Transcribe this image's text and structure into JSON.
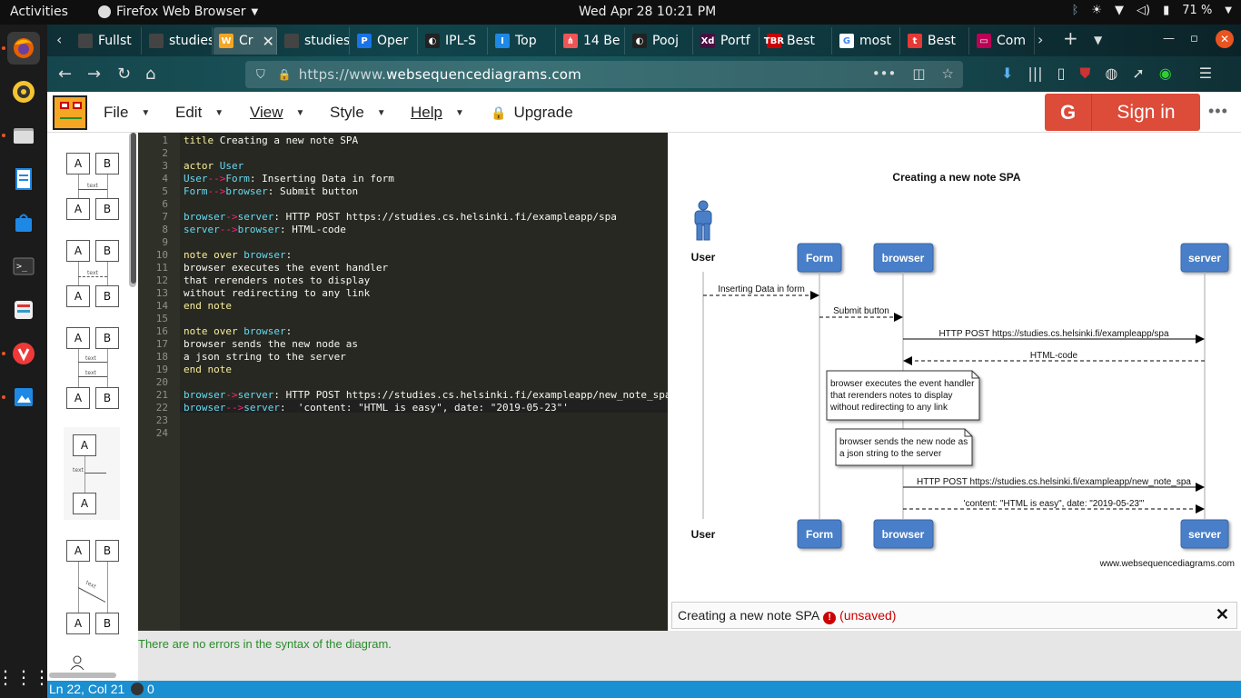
{
  "system": {
    "activities": "Activities",
    "app_name": "Firefox Web Browser",
    "clock": "Wed Apr 28  10:21 PM",
    "battery": "71 %"
  },
  "browser": {
    "tabs": [
      {
        "label": "Fullst",
        "fav": "",
        "favbg": "#444"
      },
      {
        "label": "studies.c",
        "fav": "",
        "favbg": "#444"
      },
      {
        "label": "Cr",
        "fav": "W",
        "favbg": "#f5a623",
        "active": true
      },
      {
        "label": "studies.c",
        "fav": "",
        "favbg": "#444"
      },
      {
        "label": "Oper",
        "fav": "P",
        "favbg": "#1a73e8"
      },
      {
        "label": "IPL-S",
        "fav": "◐",
        "favbg": "#222"
      },
      {
        "label": "Top",
        "fav": "I",
        "favbg": "#1e88e5"
      },
      {
        "label": "14 Be",
        "fav": "⋔",
        "favbg": "#e55"
      },
      {
        "label": "Pooj",
        "fav": "◐",
        "favbg": "#222"
      },
      {
        "label": "Portf",
        "fav": "Xd",
        "favbg": "#4a1042"
      },
      {
        "label": "Best",
        "fav": "TBR",
        "favbg": "#c00"
      },
      {
        "label": "most",
        "fav": "G",
        "favbg": "#fff"
      },
      {
        "label": "Best",
        "fav": "t",
        "favbg": "#e53935"
      },
      {
        "label": "Com",
        "fav": "▭",
        "favbg": "#b05"
      }
    ],
    "url_dim": "https://www.",
    "url_host": "websequencediagrams.com"
  },
  "app": {
    "menu": [
      "File",
      "Edit",
      "View",
      "Style",
      "Help"
    ],
    "upgrade": "Upgrade",
    "signin_g": "G",
    "signin": "Sign in",
    "more": "•••"
  },
  "editor": {
    "lines": [
      [
        [
          "kw",
          "title"
        ],
        [
          "t",
          " Creating a new note SPA"
        ]
      ],
      [],
      [
        [
          "kw",
          "actor"
        ],
        [
          "kp",
          " User"
        ]
      ],
      [
        [
          "kp",
          "User"
        ],
        [
          "op",
          "-->"
        ],
        [
          "kp",
          "Form"
        ],
        [
          "t",
          ": Inserting Data in form"
        ]
      ],
      [
        [
          "kp",
          "Form"
        ],
        [
          "op",
          "-->"
        ],
        [
          "kp",
          "browser"
        ],
        [
          "t",
          ": Submit button"
        ]
      ],
      [],
      [
        [
          "kp",
          "browser"
        ],
        [
          "op",
          "->"
        ],
        [
          "kp",
          "server"
        ],
        [
          "t",
          ": HTTP POST https://studies.cs.helsinki.fi/exampleapp/spa"
        ]
      ],
      [
        [
          "kp",
          "server"
        ],
        [
          "op",
          "-->"
        ],
        [
          "kp",
          "browser"
        ],
        [
          "t",
          ": HTML-code"
        ]
      ],
      [],
      [
        [
          "kw",
          "note over "
        ],
        [
          "kp",
          "browser"
        ],
        [
          "t",
          ":"
        ]
      ],
      [
        [
          "t",
          "browser executes the event handler"
        ]
      ],
      [
        [
          "t",
          "that rerenders notes to display"
        ]
      ],
      [
        [
          "t",
          "without redirecting to any link"
        ]
      ],
      [
        [
          "kw",
          "end note"
        ]
      ],
      [],
      [
        [
          "kw",
          "note over "
        ],
        [
          "kp",
          "browser"
        ],
        [
          "t",
          ":"
        ]
      ],
      [
        [
          "t",
          "browser sends the new node as"
        ]
      ],
      [
        [
          "t",
          "a json string to the server"
        ]
      ],
      [
        [
          "kw",
          "end note"
        ]
      ],
      [],
      [
        [
          "kp",
          "browser"
        ],
        [
          "op",
          "->"
        ],
        [
          "kp",
          "server"
        ],
        [
          "t",
          ": HTTP POST https://studies.cs.helsinki.fi/exampleapp/new_note_spa"
        ]
      ],
      [
        [
          "kp",
          "browser"
        ],
        [
          "op",
          "-->"
        ],
        [
          "kp",
          "server"
        ],
        [
          "t",
          ":  'content: \"HTML is easy\", date: \"2019-05-23\"'"
        ]
      ],
      [],
      []
    ],
    "status_message": "There are no errors in the syntax of the diagram.",
    "cursor_pos": "Ln 22, Col 21",
    "error_count": "0"
  },
  "diagram": {
    "title": "Creating a new note SPA",
    "actor": "User",
    "participants": [
      "Form",
      "browser",
      "server"
    ],
    "messages": [
      "Inserting Data in form",
      "Submit button",
      "HTTP POST https://studies.cs.helsinki.fi/exampleapp/spa",
      "HTML-code",
      "HTTP POST https://studies.cs.helsinki.fi/exampleapp/new_note_spa",
      "'content: \"HTML is easy\", date: \"2019-05-23\"'"
    ],
    "note1": [
      "browser executes the event handler",
      "that rerenders notes to display",
      "without redirecting to any link"
    ],
    "note2": [
      "browser sends the new node as",
      "a json string to the server"
    ],
    "watermark": "www.websequencediagrams.com",
    "doc_title": "Creating a new note SPA",
    "unsaved": "(unsaved)",
    "colors": {
      "participant": "#4a7fc8",
      "participant_border": "#3a65a8",
      "actor": "#4a7fc8"
    }
  },
  "palette": {
    "a": "A",
    "b": "B",
    "text": "text"
  }
}
